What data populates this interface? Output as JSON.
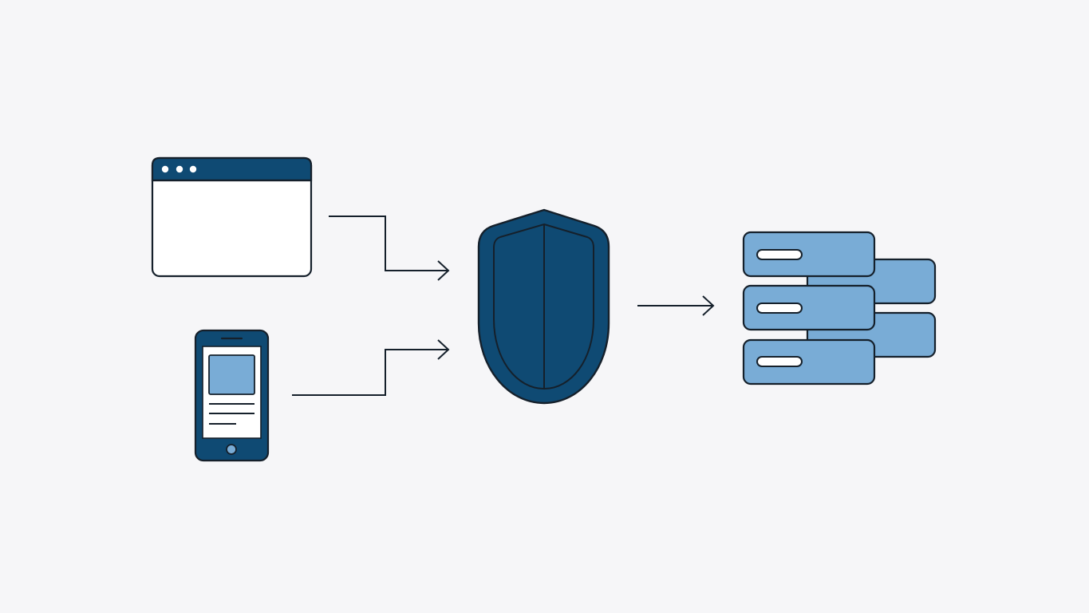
{
  "diagram": {
    "nodes": [
      {
        "id": "browser",
        "icon": "browser-window-icon"
      },
      {
        "id": "mobile",
        "icon": "mobile-phone-icon"
      },
      {
        "id": "gateway",
        "icon": "shield-icon"
      },
      {
        "id": "servers",
        "icon": "server-stack-icon"
      }
    ],
    "edges": [
      {
        "from": "browser",
        "to": "gateway"
      },
      {
        "from": "mobile",
        "to": "gateway"
      },
      {
        "from": "gateway",
        "to": "servers"
      }
    ]
  },
  "colors": {
    "background": "#f6f6f8",
    "primary_dark": "#0f4a73",
    "secondary_light": "#79acd6",
    "stroke": "#15202b",
    "white": "#ffffff"
  }
}
